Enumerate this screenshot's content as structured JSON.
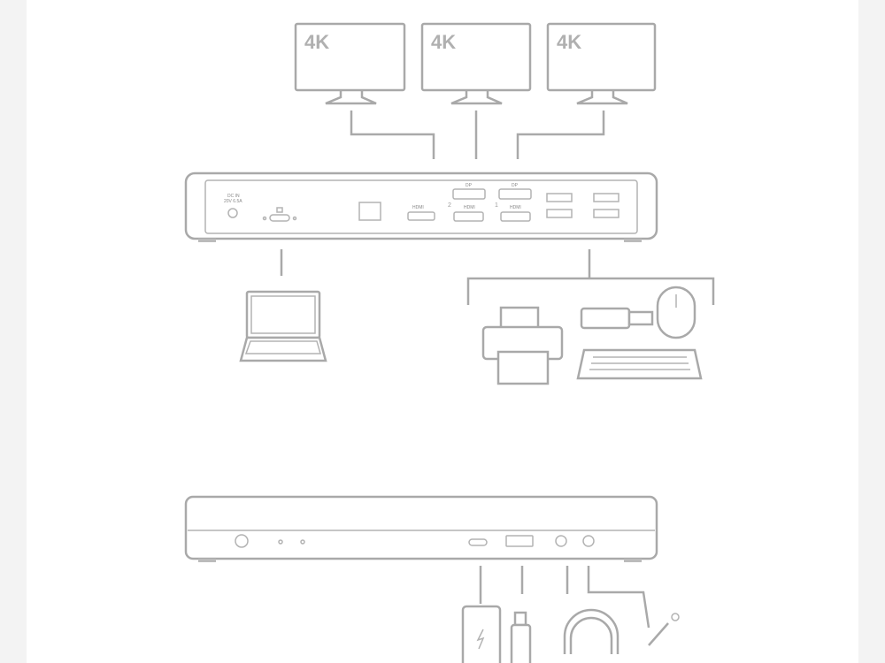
{
  "monitors": [
    {
      "label": "4K"
    },
    {
      "label": "4K"
    },
    {
      "label": "4K"
    }
  ],
  "rear_panel": {
    "dc_in_label": "DC IN",
    "dc_in_rating": "20V 6.5A",
    "hdmi_label": "HDMI",
    "group2": {
      "dp_label": "DP",
      "hdmi_label": "HDMI",
      "number": "2"
    },
    "group1": {
      "dp_label": "DP",
      "hdmi_label": "HDMI",
      "number": "1"
    }
  },
  "colors": {
    "line": "#a9a9a9",
    "background": "#f3f3f3"
  }
}
